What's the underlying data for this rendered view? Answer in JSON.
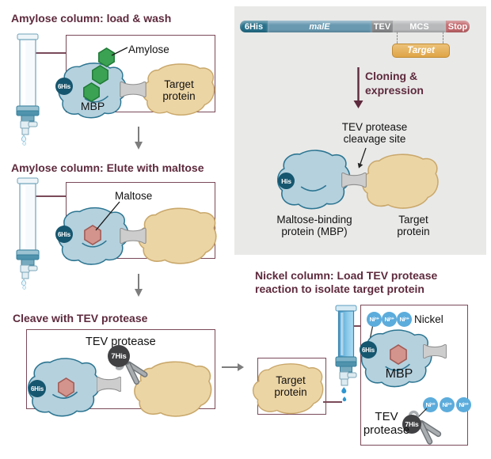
{
  "palette": {
    "heading_maroon": "#5e2a3d",
    "box_border": "#7a4a59",
    "mbp_fill": "#b5d1de",
    "mbp_stroke": "#2c7591",
    "target_fill": "#ecd5a5",
    "target_stroke": "#c9a86b",
    "his_tag_bg": "#16566f",
    "tev_his_bg": "#414144",
    "nickel_ion_bg": "#5cacdc",
    "amylose_green": "#3ba153",
    "maltose_pink": "#d2948c",
    "panel_bg": "#e9e9e8",
    "gene_6his": "#27708a",
    "gene_malE": "#6899b1",
    "gene_tev": "#87898b",
    "gene_mcs": "#b7b9ba",
    "gene_stop": "#c2686c",
    "target_gene_gold": "#dfa94d"
  },
  "step1": {
    "title": "Amylose column: load & wash",
    "amylose_label": "Amylose",
    "target_label": "Target protein",
    "mbp_label": "MBP",
    "his_tag": "6His"
  },
  "step2": {
    "title": "Amylose column: Elute with maltose",
    "maltose_label": "Maltose",
    "his_tag": "6His"
  },
  "step3": {
    "title": "Cleave with TEV protease",
    "tev_label": "TEV protease",
    "his_tag": "6His",
    "tev_his_tag": "7His"
  },
  "panel": {
    "gene": {
      "his": "6His",
      "malE": "malE",
      "tev": "TEV",
      "mcs": "MCS",
      "stop": "Stop",
      "target": "Target"
    },
    "cloning_label": "Cloning & expression",
    "cleavage_label": "TEV protease cleavage site",
    "his_tag": "His",
    "mbp_caption": "Maltose-binding protein (MBP)",
    "target_caption": "Target protein"
  },
  "step4": {
    "title": "Nickel column: Load TEV protease reaction to isolate target protein",
    "target_label": "Target protein",
    "nickel_label": "Nickel",
    "ni_ion": "Ni²⁺",
    "mbp_label": "MBP",
    "his_tag": "6His",
    "tev_label": "TEV protease",
    "tev_his_tag": "7His"
  }
}
